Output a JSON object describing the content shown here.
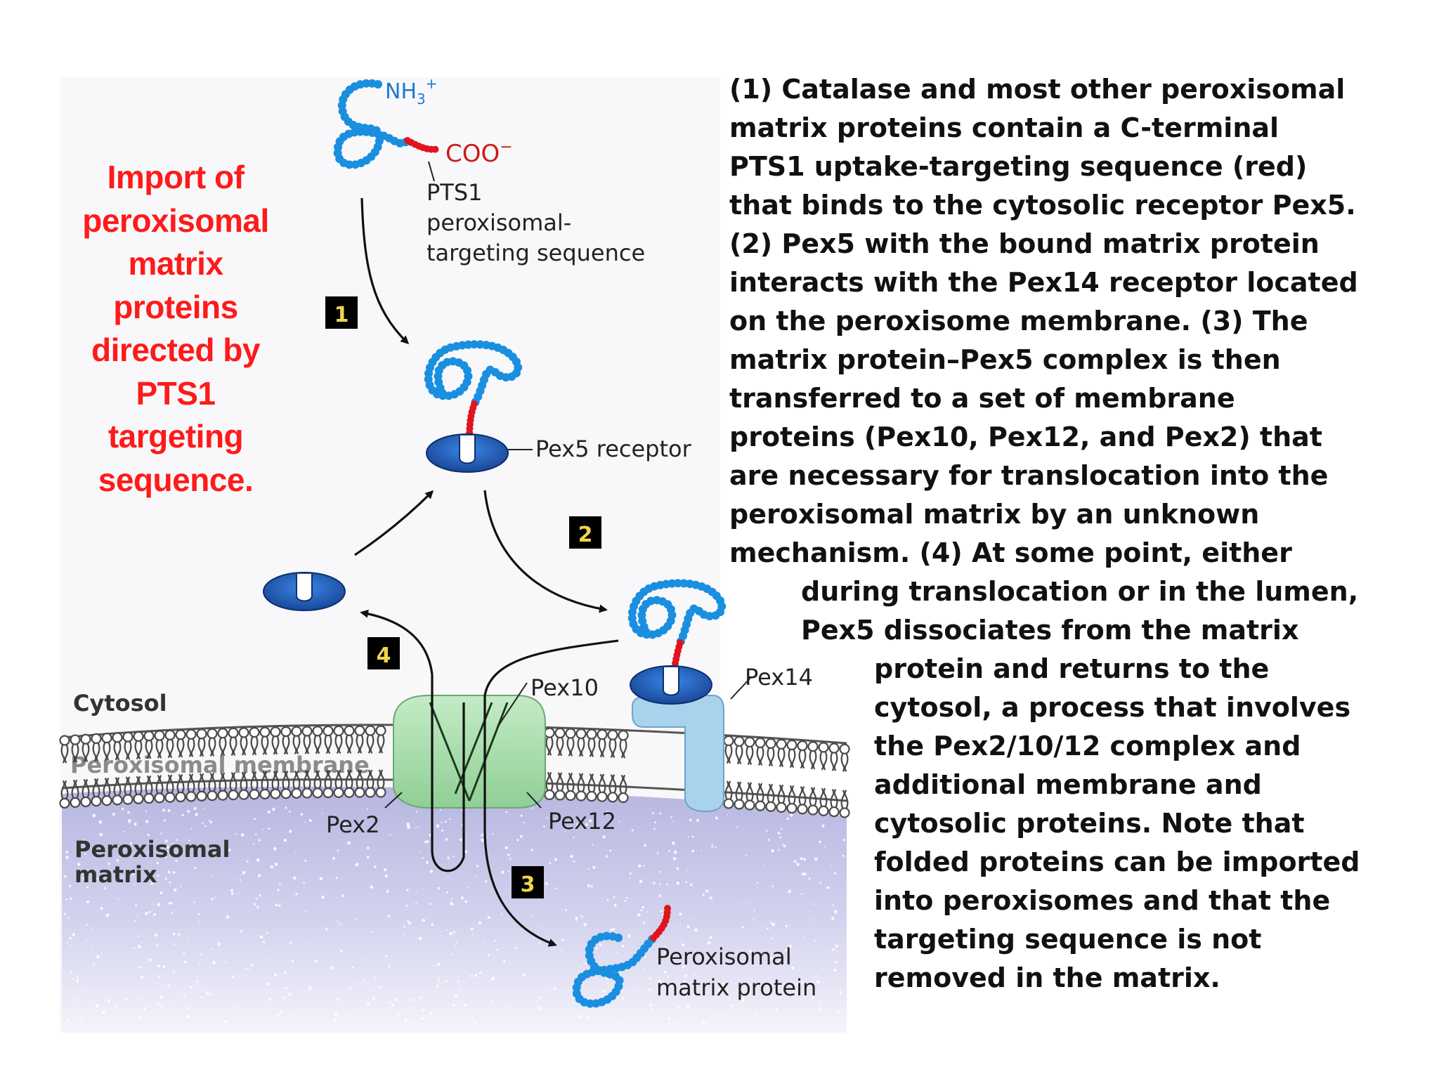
{
  "title_lines": [
    "Import of",
    "peroxisomal",
    "matrix",
    "proteins",
    "directed by",
    "PTS1",
    "targeting",
    "sequence."
  ],
  "diagram": {
    "nh3": "NH",
    "nh3_sub": "3",
    "nh3_sup": "+",
    "coo": "COO",
    "coo_sup": "−",
    "pts1_lines": [
      "PTS1",
      "peroxisomal-",
      "targeting sequence"
    ],
    "pex5_receptor": "Pex5 receptor",
    "pex10": "Pex10",
    "pex14": "Pex14",
    "pex2": "Pex2",
    "pex12": "Pex12",
    "cytosol": "Cytosol",
    "peroxisomal_membrane": "Peroxisomal membrane",
    "peroxisomal_matrix_lines": [
      "Peroxisomal",
      "matrix"
    ],
    "matrix_protein_lines": [
      "Peroxisomal",
      "matrix protein"
    ],
    "steps": [
      "1",
      "2",
      "3",
      "4"
    ]
  },
  "caption_lines": [
    "(1) Catalase and most other peroxisomal",
    "matrix proteins contain a C-terminal",
    "PTS1 uptake-targeting sequence (red)",
    "that binds to the cytosolic receptor Pex5.",
    "(2) Pex5 with the bound matrix protein",
    "interacts with the Pex14 receptor located",
    "on the peroxisome membrane. (3) The",
    "matrix protein–Pex5 complex is then",
    "transferred to a set of membrane",
    "proteins (Pex10, Pex12, and Pex2) that",
    "are necessary for translocation into the",
    "peroxisomal matrix by an unknown",
    "mechanism. (4) At some point, either",
    "during translocation or in the lumen,",
    "Pex5 dissociates from the matrix",
    "protein and returns to the",
    "cytosol, a process that involves",
    "the Pex2/10/12 complex and",
    "additional membrane and",
    "cytosolic proteins. Note that",
    "folded proteins can be imported",
    "into peroxisomes and that the",
    "targeting sequence is not",
    "removed in the matrix."
  ],
  "colors": {
    "title": "#ff1a1a",
    "protein_chain": "#1a8fe0",
    "targeting_sequence": "#e0141e",
    "pex5": "#1f5fc0",
    "pex2_10_12": "#a9dfae",
    "pex14": "#a9d2ec",
    "matrix": "#c8c8e8"
  }
}
